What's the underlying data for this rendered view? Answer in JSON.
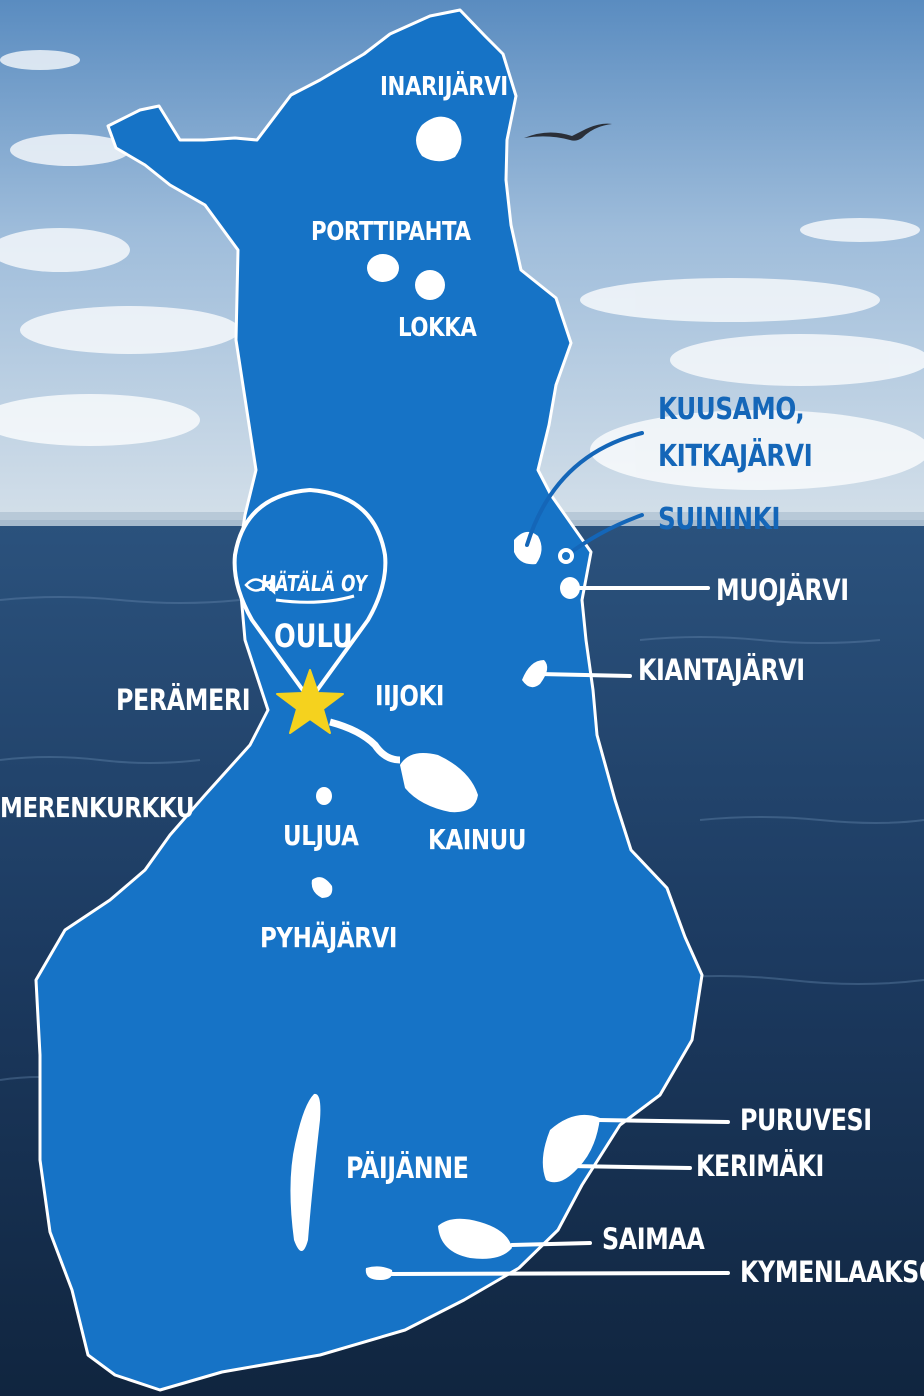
{
  "colors": {
    "land": "#1673c6",
    "lake": "#ffffff",
    "outline": "#ffffff",
    "dark_label": "#1466b8",
    "pin_star": "#f5d21e",
    "sky_top": "#5f8fc0",
    "sea": "#1c3a60"
  },
  "logo": {
    "text": "HÄTÄLÄ OY",
    "icon": "fish-icon"
  },
  "pin": {
    "city": "OULU",
    "icon": "star-icon"
  },
  "places": {
    "inarijarvi": "INARIJÄRVI",
    "porttipahta": "PORTTIPAHTA",
    "lokka": "LOKKA",
    "kuusamo_line1": "KUUSAMO,",
    "kuusamo_line2": "KITKAJÄRVI",
    "suininki": "SUININKI",
    "muojarvi": "MUOJÄRVI",
    "kiantajarvi": "KIANTAJÄRVI",
    "perameri": "PERÄMERI",
    "iijoki": "IIJOKI",
    "merenkurkku": "MERENKURKKU",
    "uljua": "ULJUA",
    "kainuu": "KAINUU",
    "pyhajarvi": "PYHÄJÄRVI",
    "puruvesi": "PURUVESI",
    "kerimaki": "KERIMÄKI",
    "paijanne": "PÄIJÄNNE",
    "saimaa": "SAIMAA",
    "kymenlaakso": "KYMENLAAKSO"
  }
}
